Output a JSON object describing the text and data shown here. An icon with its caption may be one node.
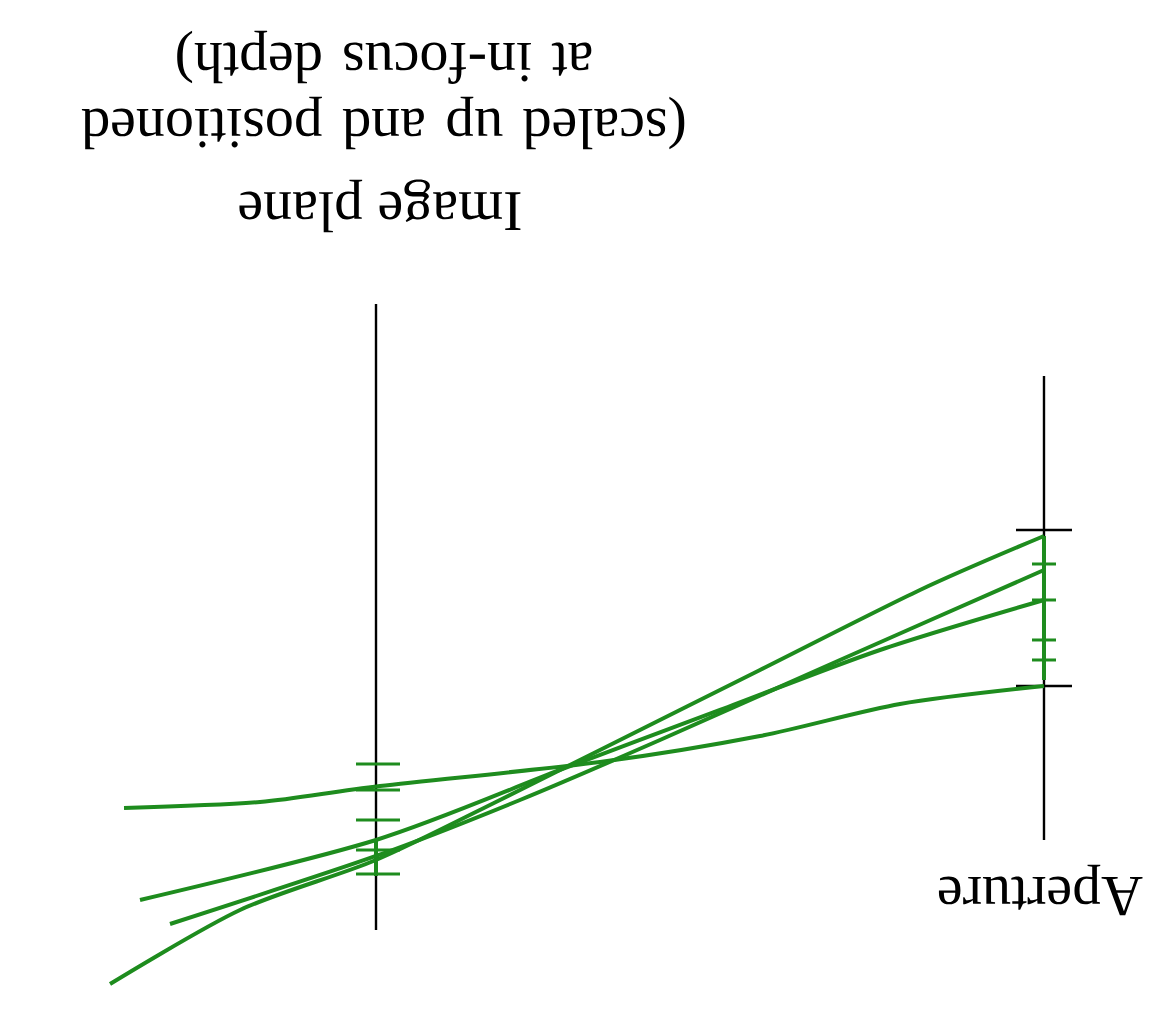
{
  "diagram": {
    "labels": [
      "Image plane",
      "(scaled up and positioned at in-focus depth)",
      "Aperture"
    ]
  }
}
